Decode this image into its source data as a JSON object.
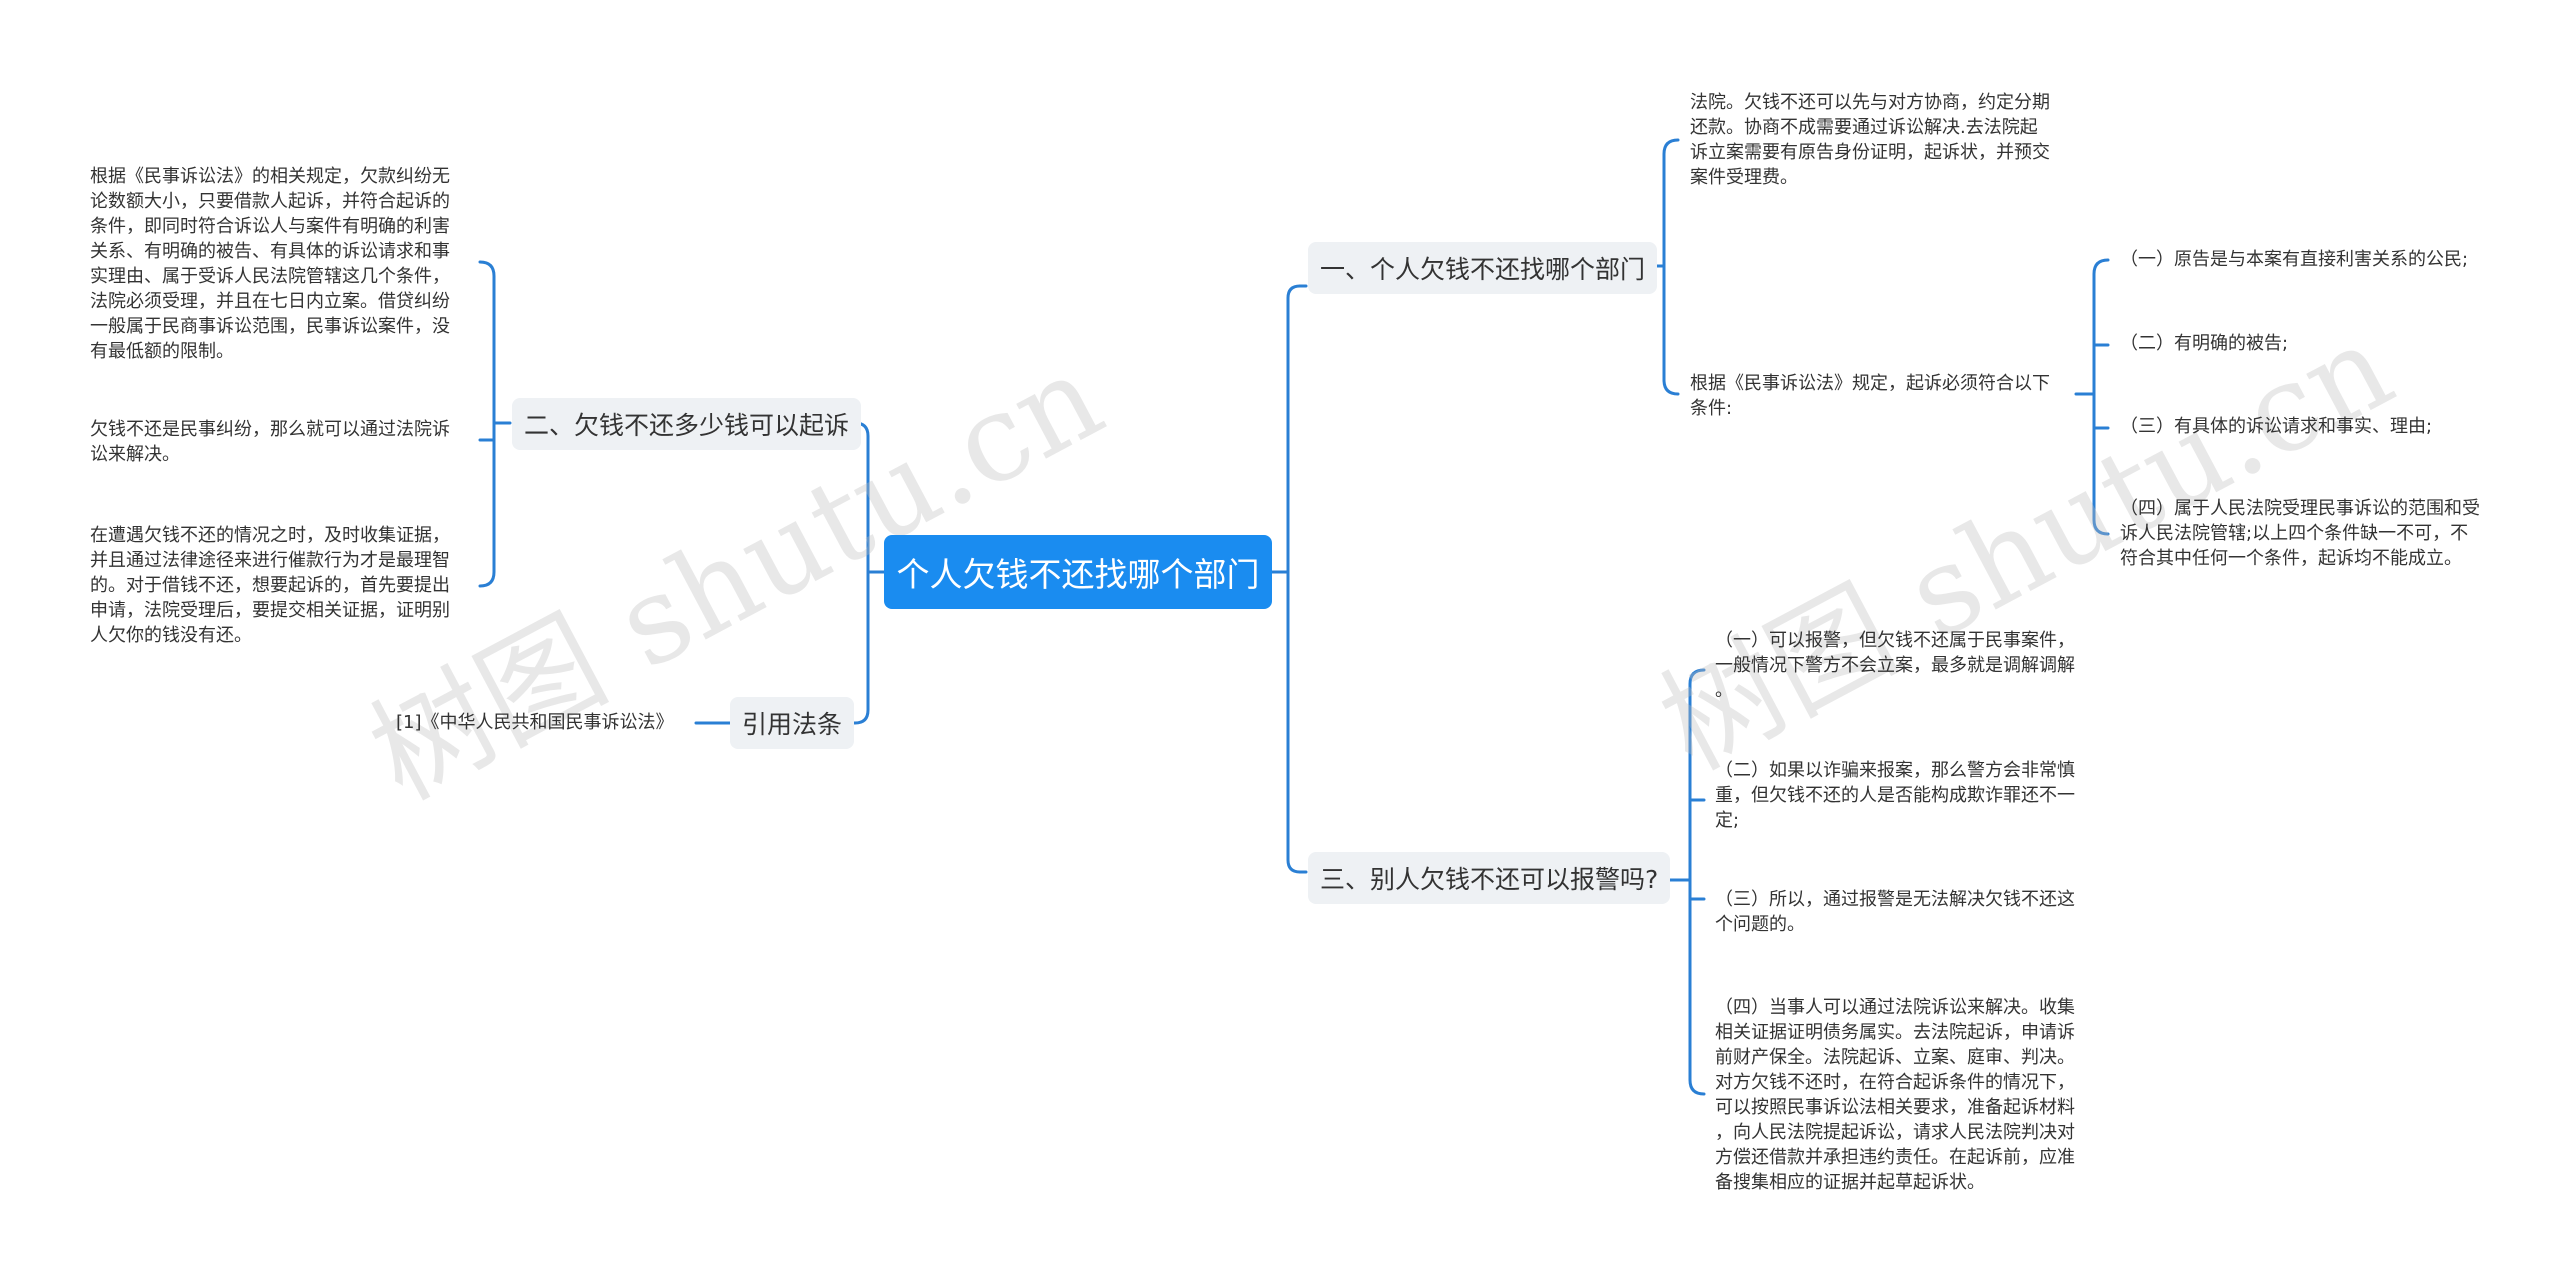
{
  "root": {
    "label": "个人欠钱不还找哪个部门"
  },
  "branches": {
    "b1": "一、个人欠钱不还找哪个部门",
    "b2": "二、欠钱不还多少钱可以起诉",
    "b3": "三、别人欠钱不还可以报警吗?",
    "b4": "引用法条"
  },
  "leaves": {
    "b1_l1": "法院。欠钱不还可以先与对方协商，约定分期\n还款。协商不成需要通过诉讼解决.去法院起\n诉立案需要有原告身份证明，起诉状，并预交\n案件受理费。",
    "b1_l2": "根据《民事诉讼法》规定，起诉必须符合以下\n条件:",
    "b1_l2_c1": "（一）原告是与本案有直接利害关系的公民;",
    "b1_l2_c2": "（二）有明确的被告;",
    "b1_l2_c3": "（三）有具体的诉讼请求和事实、理由;",
    "b1_l2_c4": "（四）属于人民法院受理民事诉讼的范围和受\n诉人民法院管辖;以上四个条件缺一不可，不\n符合其中任何一个条件，起诉均不能成立。",
    "b2_l1": "根据《民事诉讼法》的相关规定，欠款纠纷无\n论数额大小，只要借款人起诉，并符合起诉的\n条件，即同时符合诉讼人与案件有明确的利害\n关系、有明确的被告、有具体的诉讼请求和事\n实理由、属于受诉人民法院管辖这几个条件，\n法院必须受理，并且在七日内立案。借贷纠纷\n一般属于民商事诉讼范围，民事诉讼案件，没\n有最低额的限制。",
    "b2_l2": "欠钱不还是民事纠纷，那么就可以通过法院诉\n讼来解决。",
    "b2_l3": "在遭遇欠钱不还的情况之时，及时收集证据，\n并且通过法律途径来进行催款行为才是最理智\n的。对于借钱不还，想要起诉的，首先要提出\n申请，法院受理后，要提交相关证据，证明别\n人欠你的钱没有还。",
    "b3_l1": "（一）可以报警，但欠钱不还属于民事案件，\n一般情况下警方不会立案，最多就是调解调解\n。",
    "b3_l2": "（二）如果以诈骗来报案，那么警方会非常慎\n重，但欠钱不还的人是否能构成欺诈罪还不一\n定;",
    "b3_l3": "（三）所以，通过报警是无法解决欠钱不还这\n个问题的。",
    "b3_l4": "（四）当事人可以通过法院诉讼来解决。收集\n相关证据证明债务属实。去法院起诉，申请诉\n前财产保全。法院起诉、立案、庭审、判决。\n对方欠钱不还时，在符合起诉条件的情况下，\n可以按照民事诉讼法相关要求，准备起诉材料\n，向人民法院提起诉讼，请求人民法院判决对\n方偿还借款并承担违约责任。在起诉前，应准\n备搜集相应的证据并起草起诉状。",
    "b4_l1": "[1]《中华人民共和国民事诉讼法》"
  },
  "watermark": "树图 shutu.cn",
  "colors": {
    "root_bg": "#1a8cf0",
    "branch_bg": "#eef1f4",
    "line": "#2a7fd4"
  }
}
